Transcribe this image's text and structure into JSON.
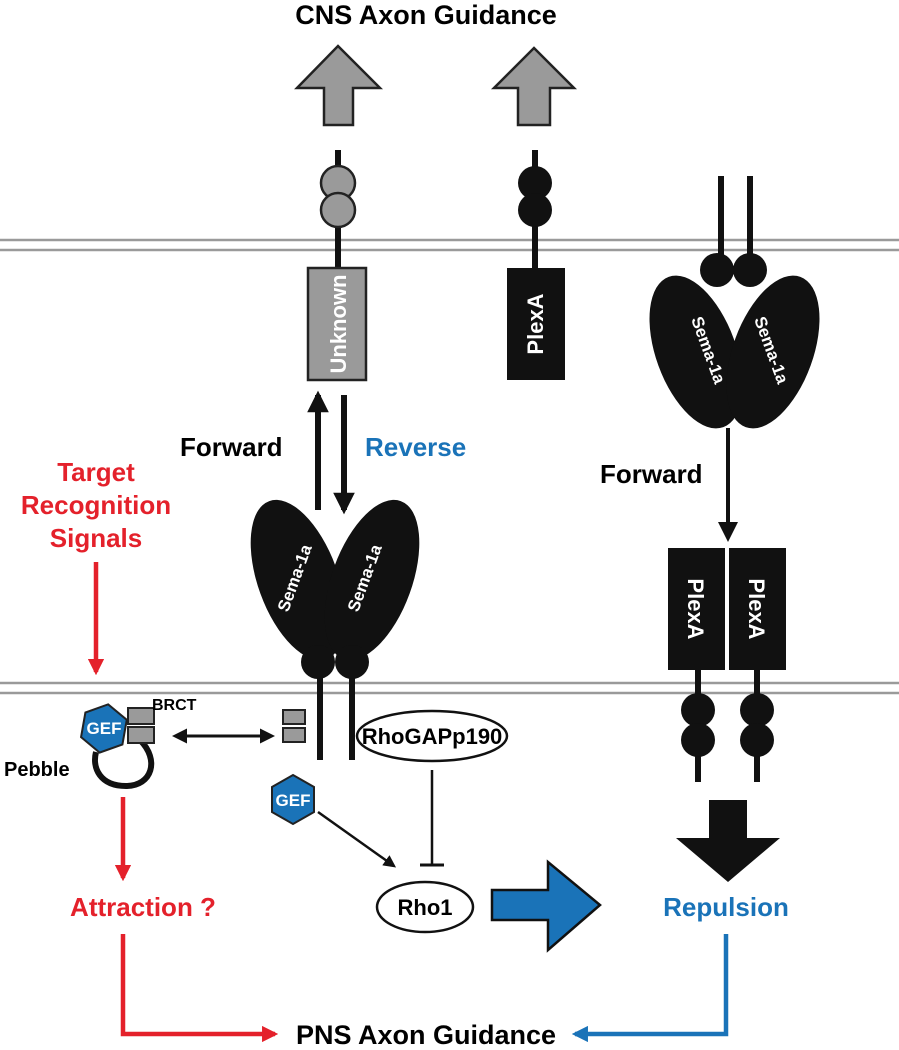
{
  "labels": {
    "title": "CNS Axon Guidance",
    "bottom": "PNS Axon Guidance",
    "unknown": "Unknown",
    "plexa": "PlexA",
    "sema": "Sema-1a",
    "forward": "Forward",
    "reverse": "Reverse",
    "target_line1": "Target",
    "target_line2": "Recognition",
    "target_line3": "Signals",
    "brct": "BRCT",
    "gef": "GEF",
    "pebble": "Pebble",
    "rhogap": "RhoGAPp190",
    "rho1": "Rho1",
    "attraction": "Attraction ?",
    "repulsion": "Repulsion"
  },
  "colors": {
    "red": "#e4212b",
    "blue": "#1a73b8",
    "gray": "#9a9a9a",
    "black": "#111111",
    "membrane": "#9a9a9a"
  },
  "icons": {
    "gef": "hexagon-gef-icon",
    "up_arrow": "block-up-arrow-icon",
    "down_arrow": "block-down-arrow-icon",
    "right_arrow": "block-right-arrow-icon"
  }
}
